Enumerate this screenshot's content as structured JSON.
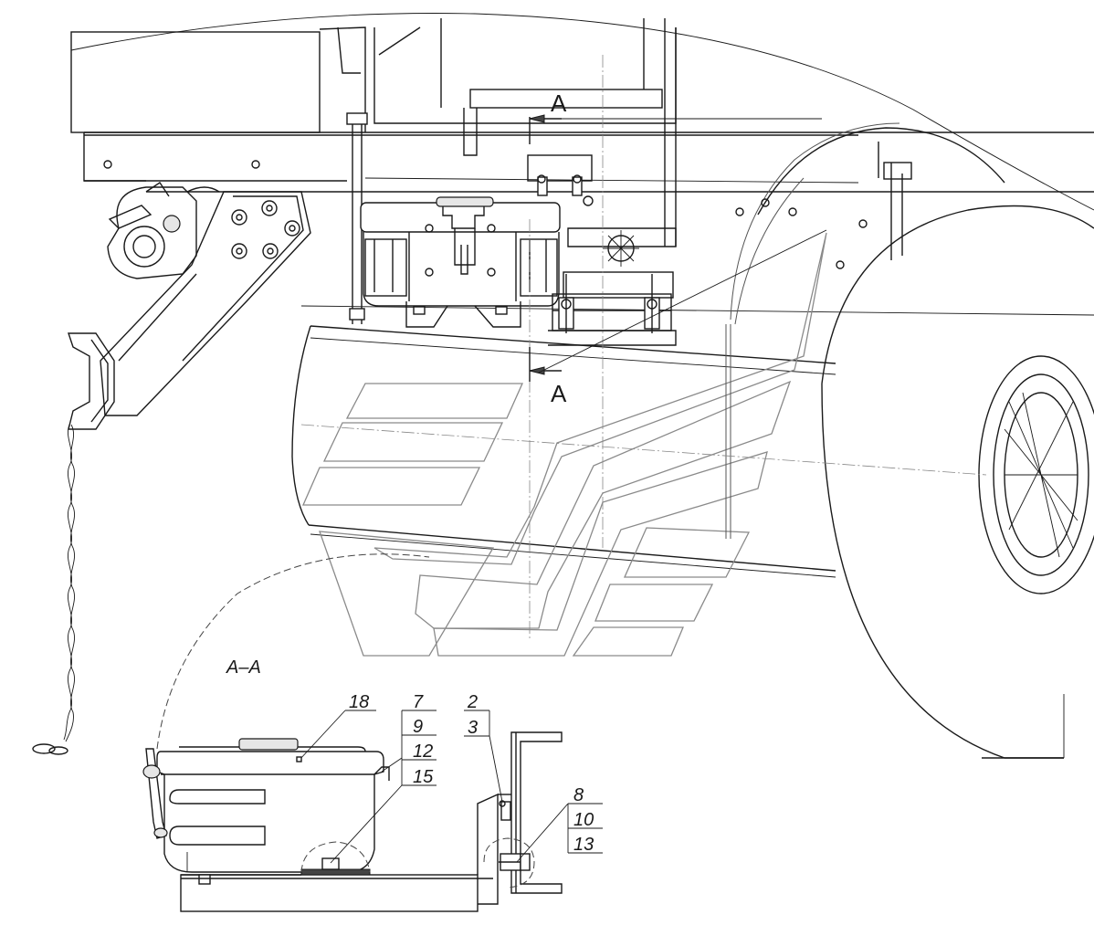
{
  "section_marks": {
    "top": "A",
    "bottom": "A"
  },
  "detail_title": "A–A",
  "callouts": {
    "c18": "18",
    "c7": "7",
    "c9": "9",
    "c12": "12",
    "c15": "15",
    "c2": "2",
    "c3": "3",
    "c8": "8",
    "c10": "10",
    "c13": "13"
  }
}
